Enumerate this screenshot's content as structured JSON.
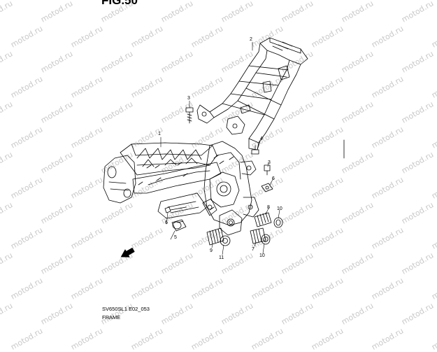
{
  "figure_title": "FIG.50",
  "watermark_text": "motod.ru",
  "reference_code": "SV650SL1 E02_053",
  "caption": "FRAME",
  "callouts": [
    {
      "id": "c1",
      "text": "1"
    },
    {
      "id": "c2",
      "text": "2"
    },
    {
      "id": "c3a",
      "text": "3"
    },
    {
      "id": "c3b",
      "text": "3"
    },
    {
      "id": "c4",
      "text": "4"
    },
    {
      "id": "c5",
      "text": "5"
    },
    {
      "id": "c6a",
      "text": "6"
    },
    {
      "id": "c6b",
      "text": "6"
    },
    {
      "id": "c7",
      "text": "7"
    },
    {
      "id": "c8",
      "text": "8"
    },
    {
      "id": "c9",
      "text": "9"
    },
    {
      "id": "c10a",
      "text": "10"
    },
    {
      "id": "c10b",
      "text": "10"
    },
    {
      "id": "c11",
      "text": "11"
    }
  ],
  "colors": {
    "line": "#000000",
    "watermark": "#c9c9c9",
    "background": "#ffffff"
  },
  "icons": [
    "front-direction-arrow-icon"
  ]
}
